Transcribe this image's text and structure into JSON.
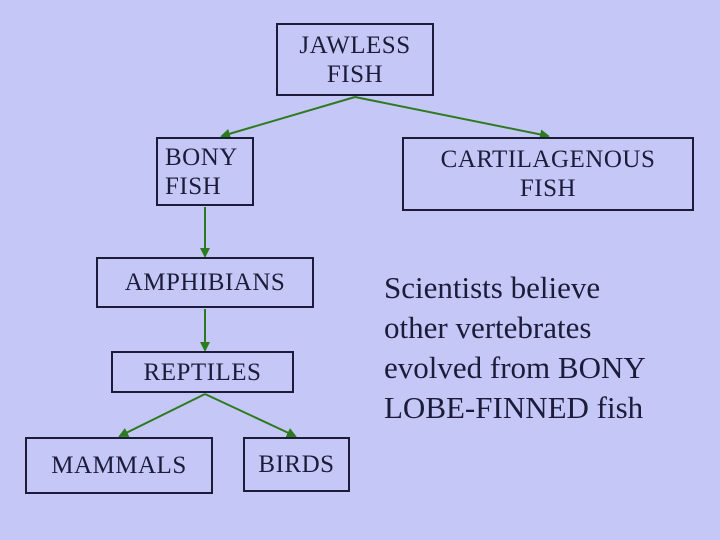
{
  "boxes": {
    "jawless": [
      "JAWLESS",
      "FISH"
    ],
    "bony": [
      "BONY",
      "FISH"
    ],
    "cartilage": [
      "CARTILAGENOUS",
      "FISH"
    ],
    "amphibians": "AMPHIBIANS",
    "reptiles": "REPTILES",
    "mammals": "MAMMALS",
    "birds": "BIRDS"
  },
  "note": [
    "Scientists believe",
    "other vertebrates",
    "evolved from BONY",
    "LOBE-FINNED fish"
  ],
  "colors": {
    "background": "#c5c8f6",
    "box_border": "#1b1b3a",
    "arrow": "#2d7a1f"
  }
}
